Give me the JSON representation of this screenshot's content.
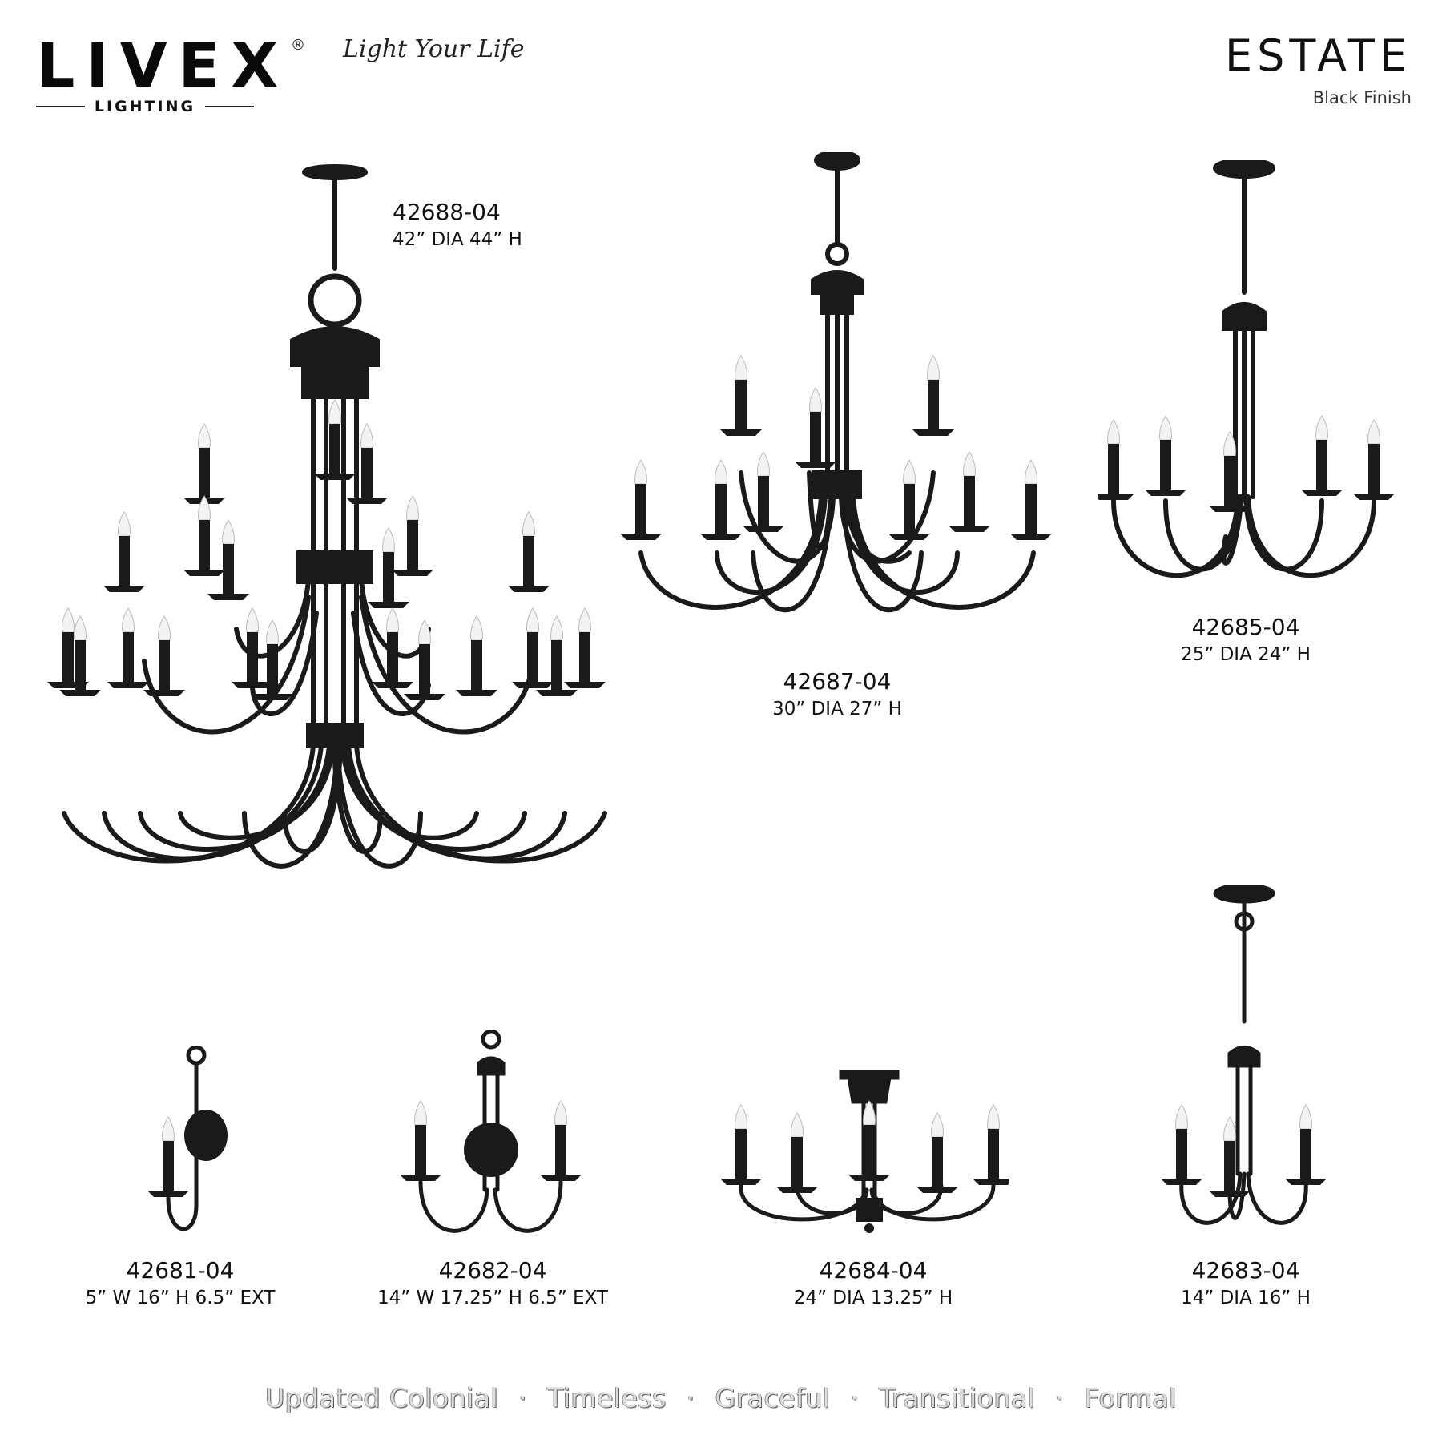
{
  "brand": {
    "name": "LIVEX",
    "registered": "®",
    "subname": "LIGHTING",
    "tagline": "Light Your Life"
  },
  "collection": {
    "name": "ESTATE",
    "finish": "Black Finish"
  },
  "products": [
    {
      "sku": "42688-04",
      "dims": "42” DIA  44” H",
      "type": "chandelier-3-tier"
    },
    {
      "sku": "42687-04",
      "dims": "30” DIA  27” H",
      "type": "chandelier-2-tier"
    },
    {
      "sku": "42685-04",
      "dims": "25” DIA  24” H",
      "type": "chandelier-5-light"
    },
    {
      "sku": "42681-04",
      "dims": "5” W  16” H  6.5” EXT",
      "type": "wall-sconce-1-light"
    },
    {
      "sku": "42682-04",
      "dims": "14” W  17.25” H  6.5” EXT",
      "type": "wall-sconce-2-light"
    },
    {
      "sku": "42684-04",
      "dims": "24” DIA  13.25” H",
      "type": "semi-flush-5-light"
    },
    {
      "sku": "42683-04",
      "dims": "14” DIA  16” H",
      "type": "mini-chandelier-3-light"
    }
  ],
  "footer": {
    "keywords": [
      "Updated Colonial",
      "Timeless",
      "Graceful",
      "Transitional",
      "Formal"
    ],
    "separator": "·"
  },
  "colors": {
    "finish": "#1a1a1a",
    "bulb": "#f2f2f2",
    "text": "#111111"
  }
}
